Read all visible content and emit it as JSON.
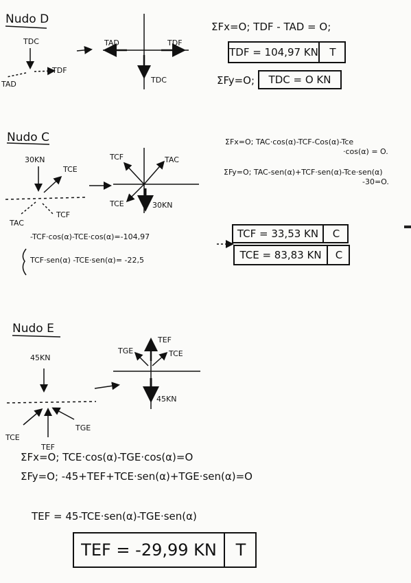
{
  "nodeD": {
    "title": "Nudo D",
    "labels": {
      "tdc": "TDC",
      "tad": "TAD",
      "tdf": "TDF",
      "tad_r": "TAD",
      "tdf_r": "TDF",
      "tdc_r": "TDC"
    },
    "eq_fx": "ΣFx=O; TDF - TAD = O;",
    "result_tdf": "TDF = 104,97 KN",
    "result_tdf_type": "T",
    "eq_fy": "ΣFy=O;",
    "result_tdc": "TDC = O KN"
  },
  "nodeC": {
    "title": "Nudo C",
    "labels": {
      "load": "30KN",
      "tce": "TCE",
      "tac": "TAC",
      "tcf": "TCF",
      "tcf_r": "TCF",
      "tac_r": "TAC",
      "tce_r": "TCE",
      "load_r": "30KN"
    },
    "eq_fx_1": "ΣFx=O; TAC·cos(α)-TCF-Cos(α)-Tce",
    "eq_fx_2": "·cos(α) = O.",
    "eq_fy_1": "ΣFy=O; TAC-sen(α)+TCF·sen(α)-Tce·sen(α)",
    "eq_fy_2": "-30=O.",
    "sys_1": "-TCF·cos(α)-TCE·cos(α)=-104,97",
    "sys_2": "TCF·sen(α) -TCE·sen(α)= -22,5",
    "result_tcf": "TCF = 33,53 KN",
    "result_tcf_type": "C",
    "result_tce": "TCE = 83,83 KN",
    "result_tce_type": "C"
  },
  "nodeE": {
    "title": "Nudo E",
    "labels": {
      "load": "45KN",
      "tce": "TCE",
      "tef": "TEF",
      "tge": "TGE",
      "tge_r": "TGE",
      "tef_r": "TEF",
      "tce_r": "TCE",
      "load_r": "45KN"
    },
    "eq_fx": "ΣFx=O; TCE·cos(α)-TGE·cos(α)=O",
    "eq_fy": "ΣFy=O; -45+TEF+TCE·sen(α)+TGE·sen(α)=O",
    "eq_tef": "TEF = 45-TCE·sen(α)-TGE·sen(α)",
    "result_tef": "TEF = -29,99 KN",
    "result_tef_type": "T"
  }
}
